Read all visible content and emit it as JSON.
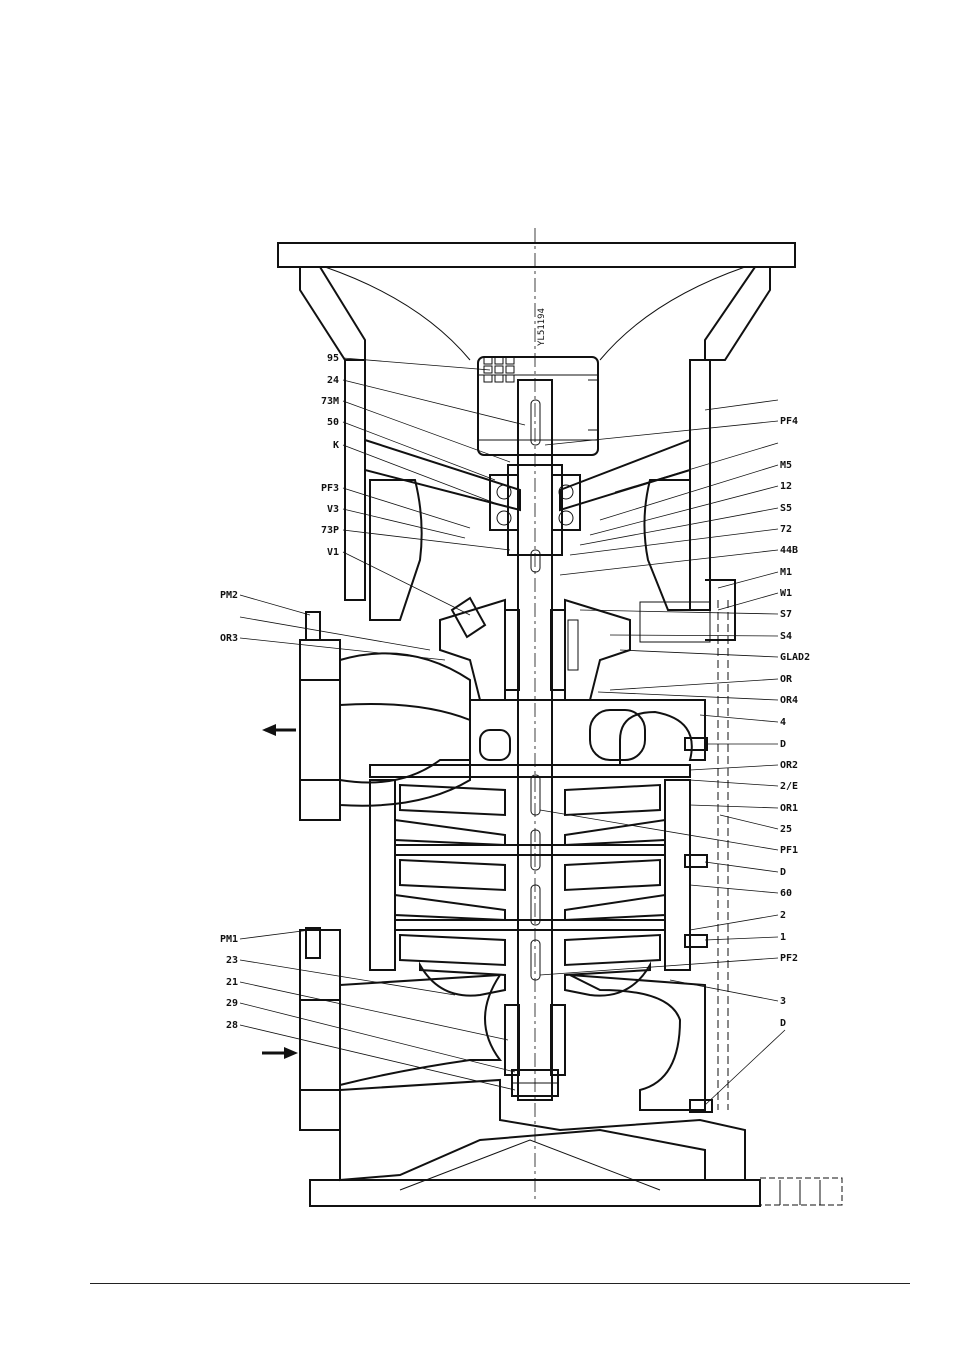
{
  "drawing": {
    "reference_code": "YL51194",
    "labels_left": [
      "95",
      "24",
      "73M",
      "50",
      "K",
      "PF3",
      "V3",
      "73P",
      "V1",
      "PM2",
      "OR3",
      "PM1",
      "23",
      "21",
      "29",
      "28"
    ],
    "labels_right": [
      "PF4",
      "M5",
      "12",
      "S5",
      "72",
      "44B",
      "M1",
      "W1",
      "S7",
      "S4",
      "GLAD2",
      "OR",
      "OR4",
      "4",
      "D",
      "OR2",
      "2/E",
      "OR1",
      "25",
      "PF1",
      "D",
      "60",
      "2",
      "1",
      "PF2",
      "3",
      "D"
    ]
  }
}
